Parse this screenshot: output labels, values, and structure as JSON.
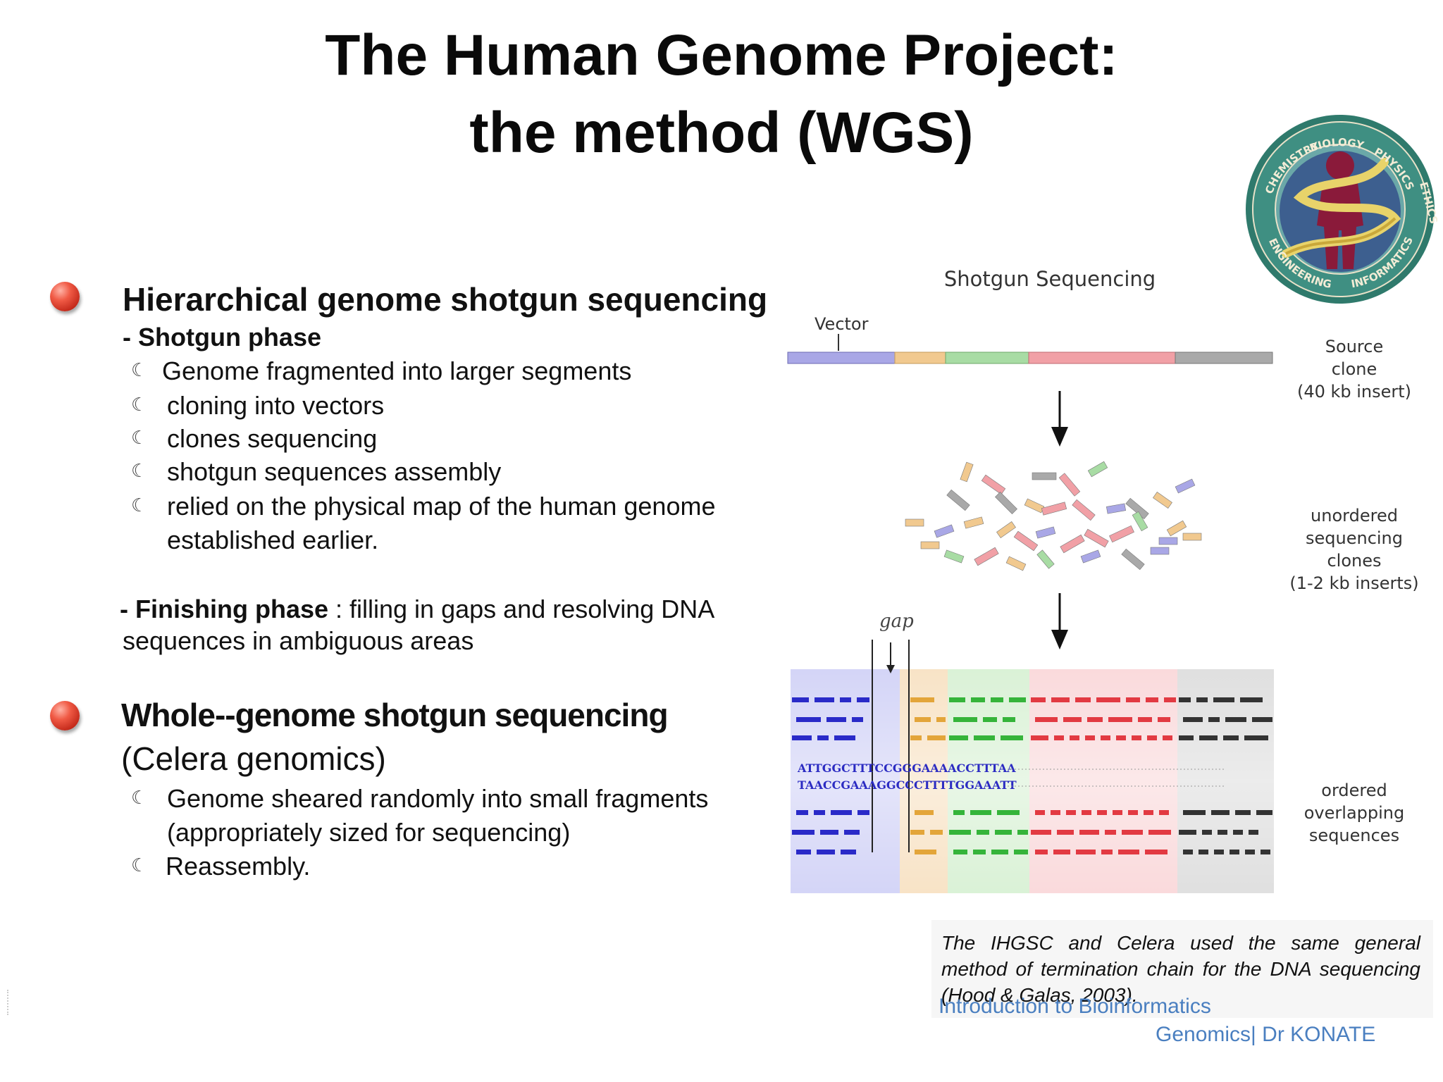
{
  "title": {
    "line1": "The Human Genome Project:",
    "line2": "the method (WGS)"
  },
  "sections": [
    {
      "heading": "Hierarchical genome shotgun sequencing",
      "phase1_label": "- Shotgun phase",
      "items": [
        "Genome fragmented into larger segments",
        "cloning into vectors",
        "clones sequencing",
        "shotgun sequences assembly",
        "relied on the physical map of the human genome",
        "established earlier."
      ],
      "phase2_label": "- Finishing phase",
      "phase2_text": " : filling in gaps and resolving DNA",
      "phase2_text2": "sequences in ambiguous areas"
    },
    {
      "heading": "Whole--genome shotgun sequencing",
      "subheading": "(Celera genomics)",
      "items": [
        "Genome sheared randomly into small fragments",
        "(appropriately sized for sequencing)",
        "Reassembly."
      ]
    }
  ],
  "figure": {
    "title": "Shotgun Sequencing",
    "vector_label": "Vector",
    "source_label": [
      "Source",
      "clone",
      "(40 kb insert)"
    ],
    "unordered_label": [
      "unordered",
      "sequencing",
      "clones",
      "(1-2 kb inserts)"
    ],
    "ordered_label": [
      "ordered",
      "overlapping",
      "sequences"
    ],
    "gap_label": "gap",
    "seq1": "ATTGGCTTTCCGGGAAAACCTTTAA",
    "seq2": "TAACCGAAAGGCCCTTTTGGAAATT"
  },
  "seal": {
    "words": [
      "BIOLOGY",
      "PHYSICS",
      "ETHICS",
      "INFORMATICS",
      "ENGINEERING",
      "CHEMISTRY"
    ]
  },
  "caption": "The IHGSC and Celera used the same general method of termination chain for the DNA sequencing (Hood & Galas, 2003).",
  "footer": {
    "line1": "Introduction to Bioinformatics",
    "line2": "Genomics| Dr KONATE"
  },
  "colors": {
    "bullet": "#d9392a",
    "footer": "#4a7fc0",
    "seg_blue": "#a9a7e6",
    "seg_orange": "#f1c98f",
    "seg_green": "#a8dca4",
    "seg_red": "#f1a0a6",
    "seg_grey": "#a9a9a9"
  }
}
